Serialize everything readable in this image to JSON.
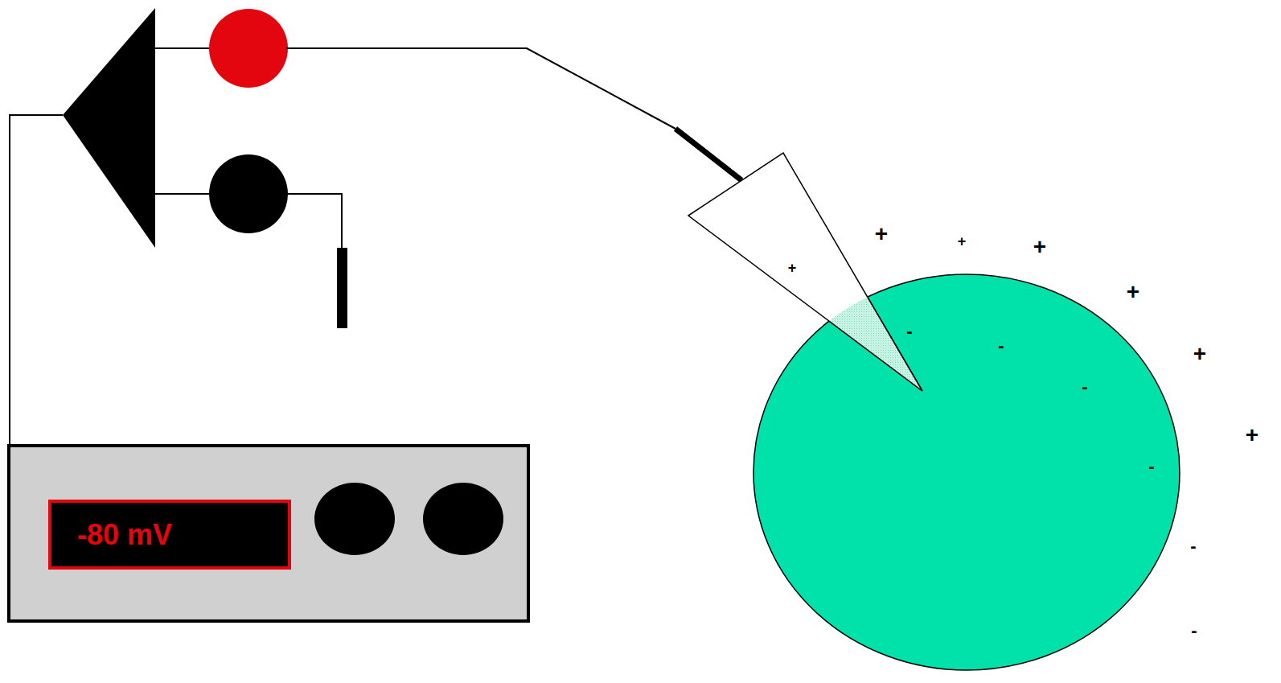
{
  "diagram": {
    "nodes": [
      {
        "text": [
          "-80 mV"
        ]
      }
    ],
    "labels": [
      "+",
      "+",
      "+",
      "+",
      "+",
      "+",
      "+",
      "-",
      "-",
      "-",
      "-",
      "-",
      "-"
    ]
  }
}
